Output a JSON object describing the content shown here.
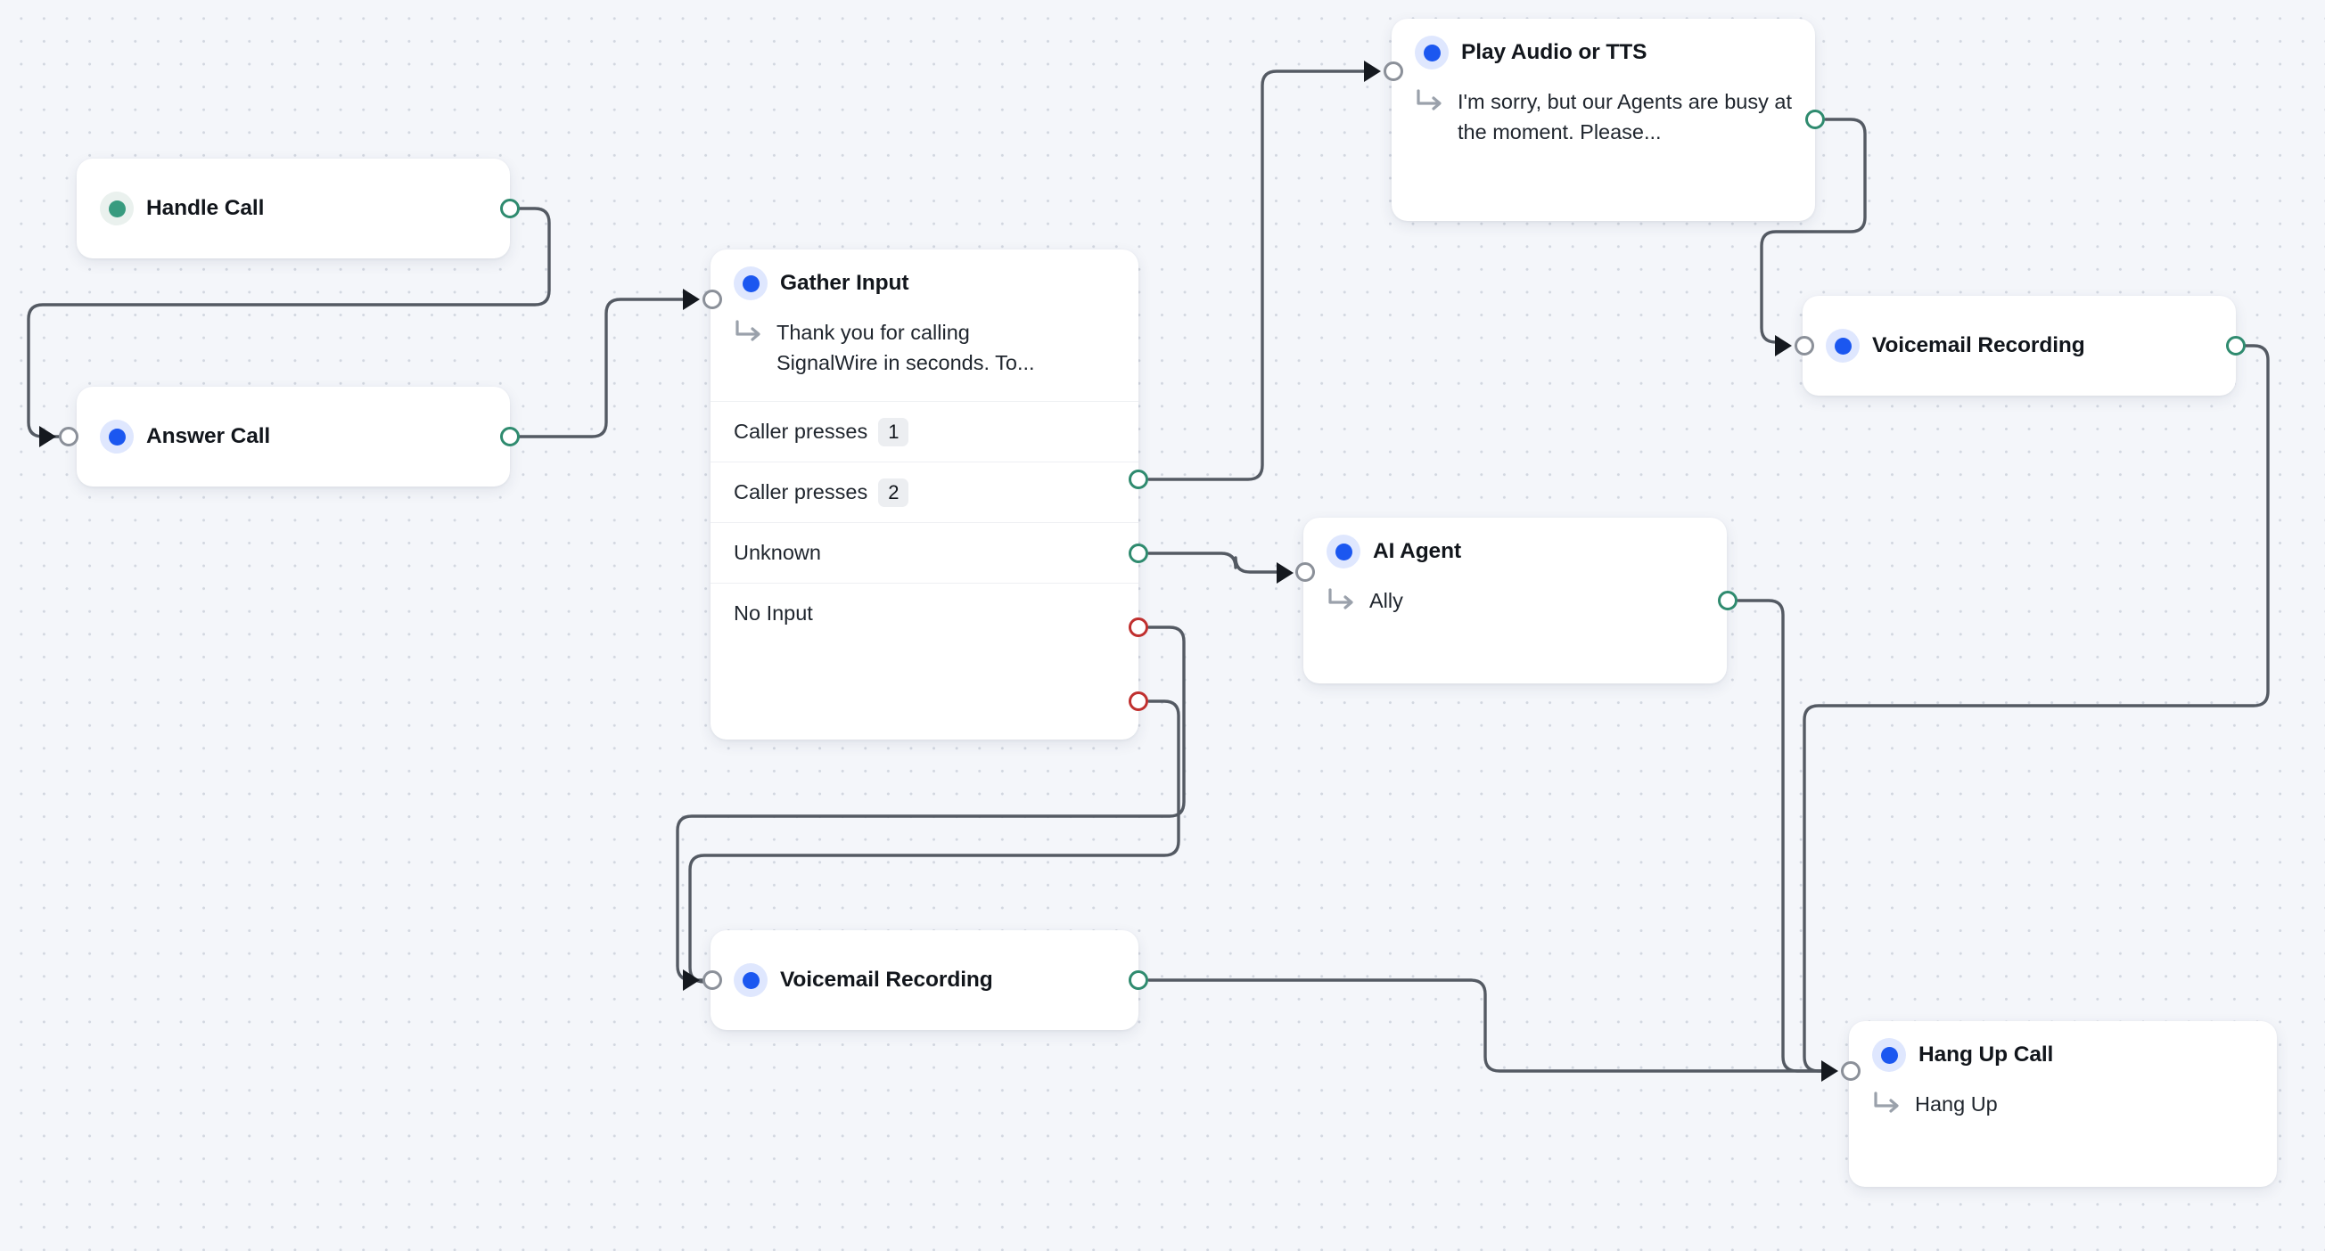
{
  "canvas": {
    "background_color": "#f4f6fa",
    "dot_color": "#d2d7e0",
    "edge_color": "#545a63"
  },
  "colors": {
    "accent_blue": "#1b57f0",
    "accent_green": "#389b7f",
    "handle_out_green": "#2f8b6f",
    "handle_out_red": "#c0302f",
    "handle_in_gray": "#8b9099",
    "badge_bg": "#eceef1"
  },
  "nodes": [
    {
      "id": "handle-call",
      "title": "Handle Call",
      "dot": "green",
      "subtitle": null,
      "options": []
    },
    {
      "id": "answer-call",
      "title": "Answer Call",
      "dot": "blue",
      "subtitle": null,
      "options": []
    },
    {
      "id": "gather-input",
      "title": "Gather Input",
      "dot": "blue",
      "subtitle": "Thank you for calling SignalWire in seconds. To...",
      "options": [
        {
          "label": "Caller presses",
          "badge": "1",
          "handle": "green"
        },
        {
          "label": "Caller presses",
          "badge": "2",
          "handle": "green"
        },
        {
          "label": "Unknown",
          "badge": null,
          "handle": "red"
        },
        {
          "label": "No Input",
          "badge": null,
          "handle": "red"
        }
      ]
    },
    {
      "id": "play-audio-or-tts",
      "title": "Play Audio or TTS",
      "dot": "blue",
      "subtitle": "I'm sorry, but our Agents are busy at the moment. Please...",
      "options": []
    },
    {
      "id": "voicemail-recording-right",
      "title": "Voicemail Recording",
      "dot": "blue",
      "subtitle": null,
      "options": []
    },
    {
      "id": "ai-agent",
      "title": "AI Agent",
      "dot": "blue",
      "subtitle": "Ally",
      "options": []
    },
    {
      "id": "voicemail-recording-bottom",
      "title": "Voicemail Recording",
      "dot": "blue",
      "subtitle": null,
      "options": []
    },
    {
      "id": "hang-up-call",
      "title": "Hang Up Call",
      "dot": "blue",
      "subtitle": "Hang Up",
      "options": []
    }
  ],
  "edges": [
    {
      "from": "handle-call",
      "to": "answer-call"
    },
    {
      "from": "answer-call",
      "to": "gather-input"
    },
    {
      "from": "gather-input:caller-presses-1",
      "to": "play-audio-or-tts"
    },
    {
      "from": "gather-input:caller-presses-2",
      "to": "ai-agent"
    },
    {
      "from": "gather-input:unknown",
      "to": "voicemail-recording-bottom"
    },
    {
      "from": "gather-input:no-input",
      "to": "voicemail-recording-bottom"
    },
    {
      "from": "play-audio-or-tts",
      "to": "voicemail-recording-right"
    },
    {
      "from": "voicemail-recording-right",
      "to": "hang-up-call"
    },
    {
      "from": "ai-agent",
      "to": "hang-up-call"
    },
    {
      "from": "voicemail-recording-bottom",
      "to": "hang-up-call"
    }
  ]
}
